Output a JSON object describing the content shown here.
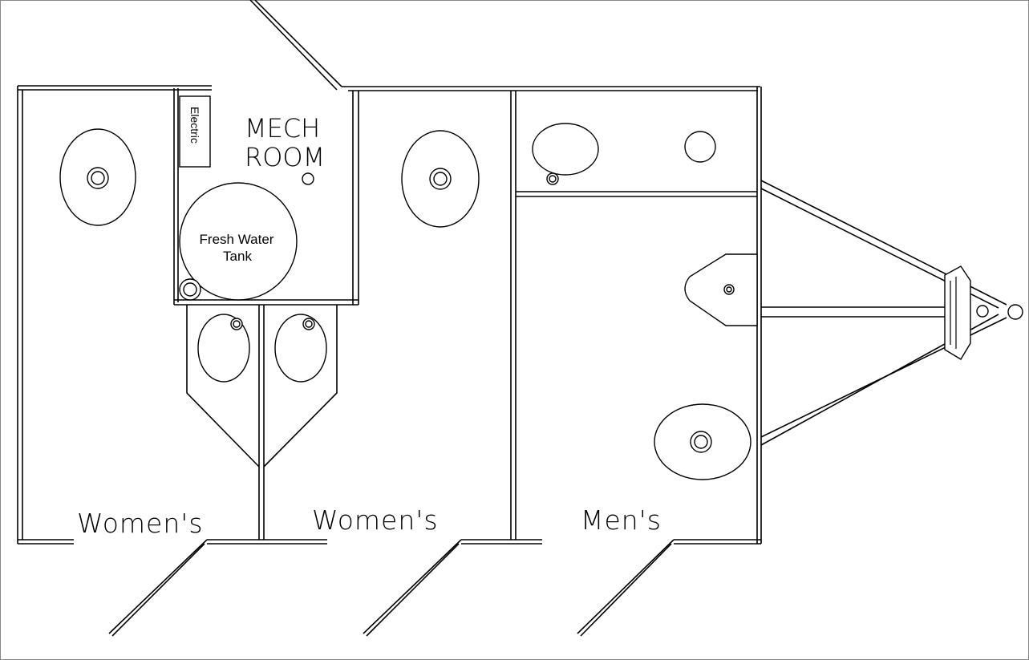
{
  "labels": {
    "room_women_1": "Women's",
    "room_women_2": "Women's",
    "room_men": "Men's",
    "mech_line1": "MECH",
    "mech_line2": "ROOM",
    "electric": "Electric",
    "tank_line1": "Fresh Water",
    "tank_line2": "Tank"
  },
  "colors": {
    "line": "#000000",
    "background": "#ffffff"
  }
}
